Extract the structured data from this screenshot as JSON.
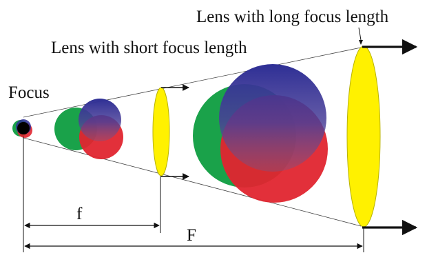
{
  "labels": {
    "long_lens": "Lens with long focus length",
    "short_lens": "Lens with short focus length",
    "focus": "Focus",
    "short_focal": "f",
    "long_focal": "F"
  },
  "colors": {
    "background": "#ffffff",
    "red": "#e0252f",
    "green": "#1aa24a",
    "blue": "#2e2f95",
    "lens_fill": "#fff100",
    "lens_stroke": "#b8b200",
    "focus_dot": "#000000",
    "lines": "#111111"
  }
}
